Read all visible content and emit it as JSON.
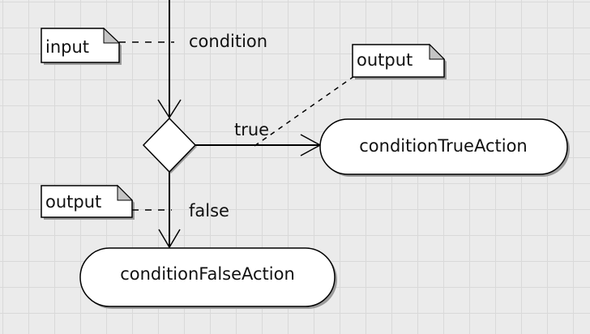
{
  "diagram": {
    "type": "uml-activity-decision",
    "notes": {
      "input": "input",
      "output_true": "output",
      "output_false": "output"
    },
    "guards": {
      "condition": "condition",
      "true": "true",
      "false": "false"
    },
    "actions": {
      "true_action": "conditionTrueAction",
      "false_action": "conditionFalseAction"
    },
    "colors": {
      "background": "#ebebeb",
      "grid": "#d9d9d9",
      "stroke": "#000000",
      "fill": "#ffffff",
      "shadow": "#9a9a9a",
      "note_fold": "#c4c4c4"
    }
  }
}
